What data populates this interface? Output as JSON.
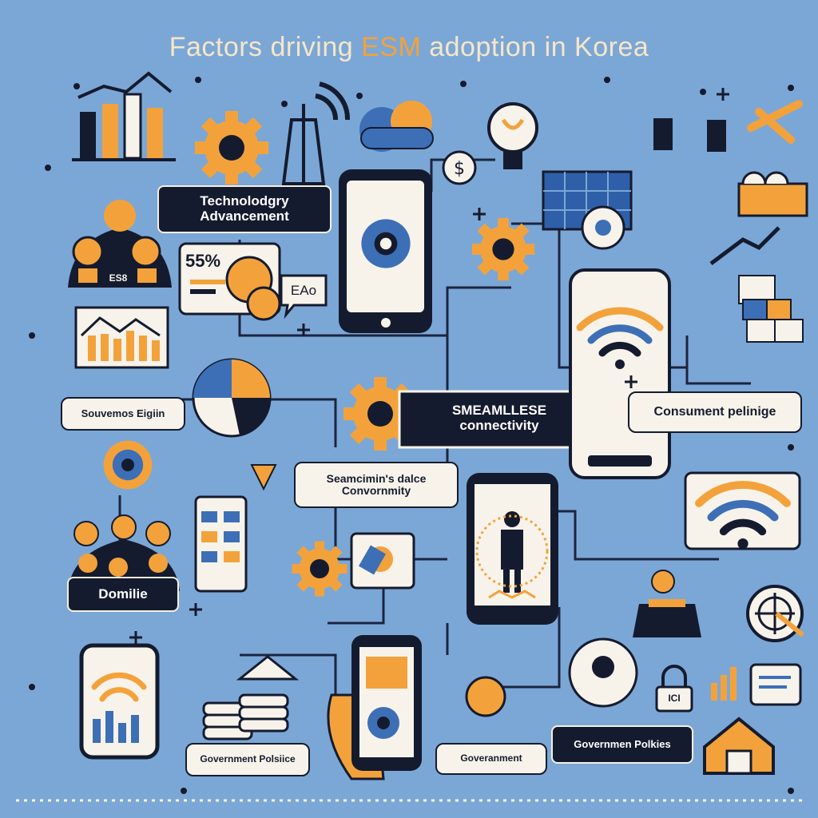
{
  "title": {
    "prefix": "Factors driving ",
    "highlight": "ESM",
    "suffix": " adoption in Korea"
  },
  "labels": {
    "technology": "Technolodgry\nAdvancement",
    "esb_badge": "ES8",
    "percent": "55%",
    "eao": "EAo",
    "souvenir": "Souvemos Eigiin",
    "seamless": "SMEAMLLESE\nconnectivity",
    "consumer": "Consument pelinige",
    "seamcimin": "Seamcimin's dalce\nConvornmity",
    "domilie": "Domilie",
    "gov_policies_left": "Government Polsiice",
    "government": "Goveranment",
    "gov_policies_right": "Governmen Polkies",
    "lock_badge": "ICI"
  },
  "colors": {
    "background": "#7ba7d6",
    "dark": "#151b2e",
    "orange": "#f3a23b",
    "blue": "#3d6fb6",
    "cream": "#f7f3ea"
  }
}
